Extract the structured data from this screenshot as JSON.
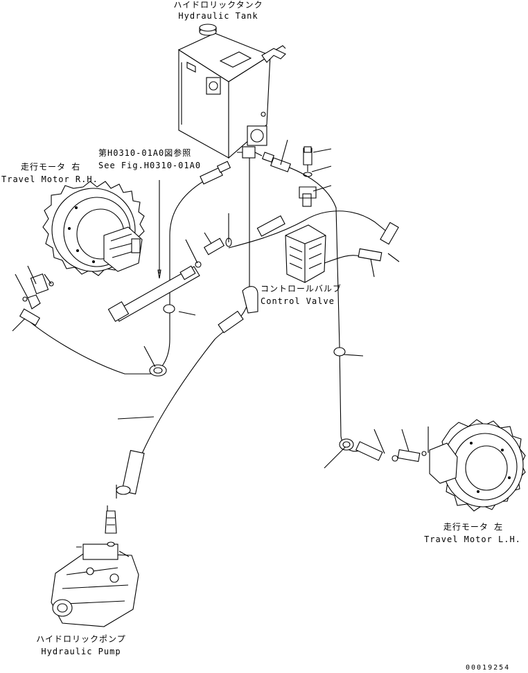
{
  "labels": {
    "tank_jp": "ハイドロリックタンク",
    "tank_en": "Hydraulic Tank",
    "ref_jp": "第H0310-01A0図参照",
    "ref_en": "See Fig.H0310-01A0",
    "motor_rh_jp": "走行モータ 右",
    "motor_rh_en": "Travel Motor R.H.",
    "control_valve_jp": "コントロールバルブ",
    "control_valve_en": "Control Valve",
    "motor_lh_jp": "走行モータ 左",
    "motor_lh_en": "Travel Motor L.H.",
    "pump_jp": "ハイドロリックポンプ",
    "pump_en": "Hydraulic Pump",
    "drawing_no": "00019254"
  }
}
